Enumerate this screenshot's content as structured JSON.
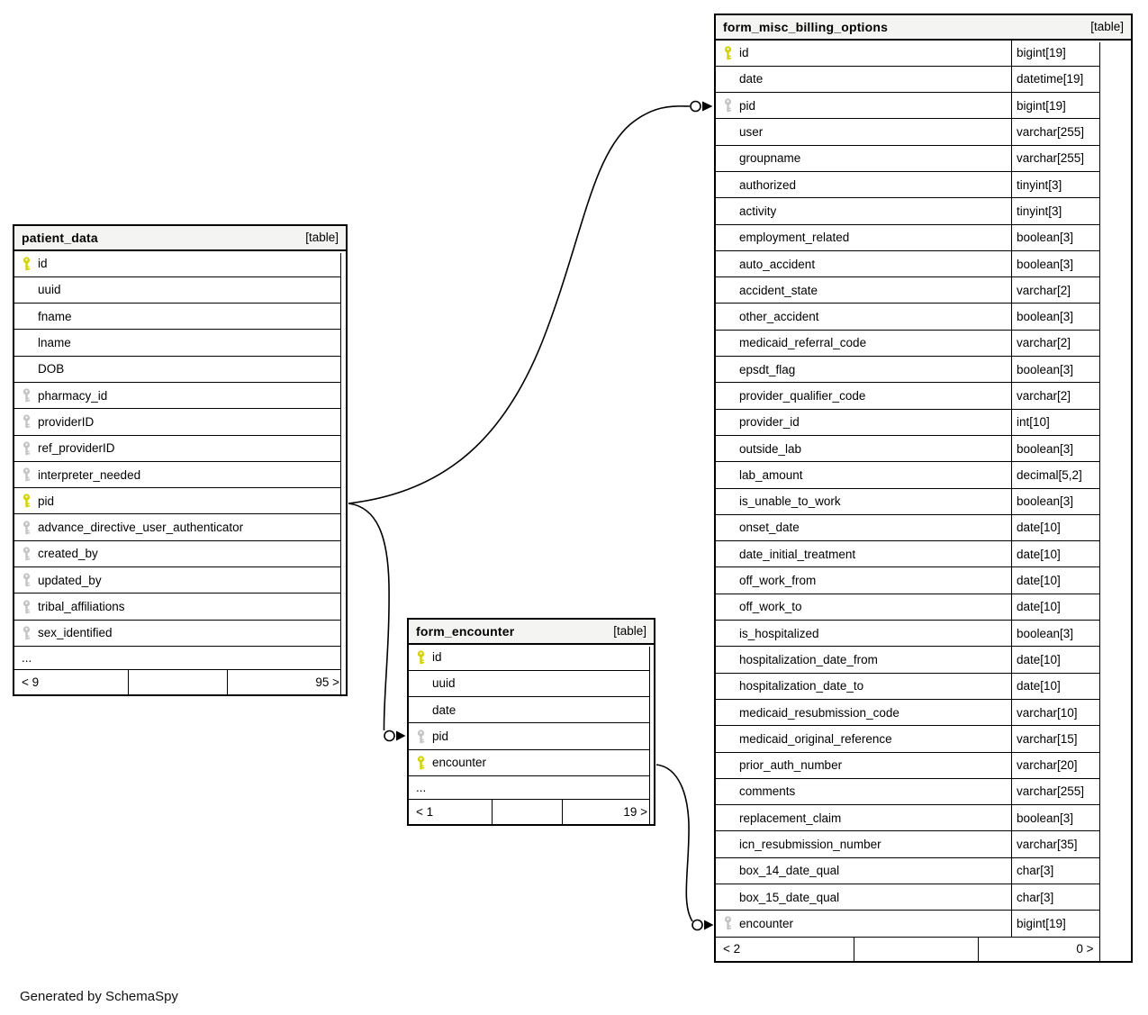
{
  "diagram": {
    "generator_note": "Generated by SchemaSpy",
    "colors": {
      "key_primary": "#d2d200",
      "key_foreign": "#c4c4c4",
      "header_bg": "#f4f4f2",
      "border": "#000000"
    },
    "tables": [
      {
        "id": "patient_data",
        "title": "patient_data",
        "tag": "[table]",
        "columns": [
          {
            "name": "id",
            "type": "",
            "key": "primary"
          },
          {
            "name": "uuid",
            "type": "",
            "key": null
          },
          {
            "name": "fname",
            "type": "",
            "key": null
          },
          {
            "name": "lname",
            "type": "",
            "key": null
          },
          {
            "name": "DOB",
            "type": "",
            "key": null
          },
          {
            "name": "pharmacy_id",
            "type": "",
            "key": "foreign"
          },
          {
            "name": "providerID",
            "type": "",
            "key": "foreign"
          },
          {
            "name": "ref_providerID",
            "type": "",
            "key": "foreign"
          },
          {
            "name": "interpreter_needed",
            "type": "",
            "key": "foreign"
          },
          {
            "name": "pid",
            "type": "",
            "key": "primary"
          },
          {
            "name": "advance_directive_user_authenticator",
            "type": "",
            "key": "foreign"
          },
          {
            "name": "created_by",
            "type": "",
            "key": "foreign"
          },
          {
            "name": "updated_by",
            "type": "",
            "key": "foreign"
          },
          {
            "name": "tribal_affiliations",
            "type": "",
            "key": "foreign"
          },
          {
            "name": "sex_identified",
            "type": "",
            "key": "foreign"
          }
        ],
        "truncated": "...",
        "footer": {
          "left": "< 9",
          "mid": "",
          "right": "95 >"
        }
      },
      {
        "id": "form_encounter",
        "title": "form_encounter",
        "tag": "[table]",
        "columns": [
          {
            "name": "id",
            "type": "",
            "key": "primary"
          },
          {
            "name": "uuid",
            "type": "",
            "key": null
          },
          {
            "name": "date",
            "type": "",
            "key": null
          },
          {
            "name": "pid",
            "type": "",
            "key": "foreign"
          },
          {
            "name": "encounter",
            "type": "",
            "key": "primary"
          }
        ],
        "truncated": "...",
        "footer": {
          "left": "< 1",
          "mid": "",
          "right": "19 >"
        }
      },
      {
        "id": "form_misc_billing_options",
        "title": "form_misc_billing_options",
        "tag": "[table]",
        "columns": [
          {
            "name": "id",
            "type": "bigint[19]",
            "key": "primary"
          },
          {
            "name": "date",
            "type": "datetime[19]",
            "key": null
          },
          {
            "name": "pid",
            "type": "bigint[19]",
            "key": "foreign"
          },
          {
            "name": "user",
            "type": "varchar[255]",
            "key": null
          },
          {
            "name": "groupname",
            "type": "varchar[255]",
            "key": null
          },
          {
            "name": "authorized",
            "type": "tinyint[3]",
            "key": null
          },
          {
            "name": "activity",
            "type": "tinyint[3]",
            "key": null
          },
          {
            "name": "employment_related",
            "type": "boolean[3]",
            "key": null
          },
          {
            "name": "auto_accident",
            "type": "boolean[3]",
            "key": null
          },
          {
            "name": "accident_state",
            "type": "varchar[2]",
            "key": null
          },
          {
            "name": "other_accident",
            "type": "boolean[3]",
            "key": null
          },
          {
            "name": "medicaid_referral_code",
            "type": "varchar[2]",
            "key": null
          },
          {
            "name": "epsdt_flag",
            "type": "boolean[3]",
            "key": null
          },
          {
            "name": "provider_qualifier_code",
            "type": "varchar[2]",
            "key": null
          },
          {
            "name": "provider_id",
            "type": "int[10]",
            "key": null
          },
          {
            "name": "outside_lab",
            "type": "boolean[3]",
            "key": null
          },
          {
            "name": "lab_amount",
            "type": "decimal[5,2]",
            "key": null
          },
          {
            "name": "is_unable_to_work",
            "type": "boolean[3]",
            "key": null
          },
          {
            "name": "onset_date",
            "type": "date[10]",
            "key": null
          },
          {
            "name": "date_initial_treatment",
            "type": "date[10]",
            "key": null
          },
          {
            "name": "off_work_from",
            "type": "date[10]",
            "key": null
          },
          {
            "name": "off_work_to",
            "type": "date[10]",
            "key": null
          },
          {
            "name": "is_hospitalized",
            "type": "boolean[3]",
            "key": null
          },
          {
            "name": "hospitalization_date_from",
            "type": "date[10]",
            "key": null
          },
          {
            "name": "hospitalization_date_to",
            "type": "date[10]",
            "key": null
          },
          {
            "name": "medicaid_resubmission_code",
            "type": "varchar[10]",
            "key": null
          },
          {
            "name": "medicaid_original_reference",
            "type": "varchar[15]",
            "key": null
          },
          {
            "name": "prior_auth_number",
            "type": "varchar[20]",
            "key": null
          },
          {
            "name": "comments",
            "type": "varchar[255]",
            "key": null
          },
          {
            "name": "replacement_claim",
            "type": "boolean[3]",
            "key": null
          },
          {
            "name": "icn_resubmission_number",
            "type": "varchar[35]",
            "key": null
          },
          {
            "name": "box_14_date_qual",
            "type": "char[3]",
            "key": null
          },
          {
            "name": "box_15_date_qual",
            "type": "char[3]",
            "key": null
          },
          {
            "name": "encounter",
            "type": "bigint[19]",
            "key": "foreign"
          }
        ],
        "truncated": "",
        "footer": {
          "left": "< 2",
          "mid": "",
          "right": "0 >"
        }
      }
    ],
    "relations": [
      {
        "from": "patient_data.pid",
        "to": "form_misc_billing_options.pid"
      },
      {
        "from": "patient_data.pid",
        "to": "form_encounter.pid"
      },
      {
        "from": "form_encounter.encounter",
        "to": "form_misc_billing_options.encounter"
      }
    ]
  }
}
